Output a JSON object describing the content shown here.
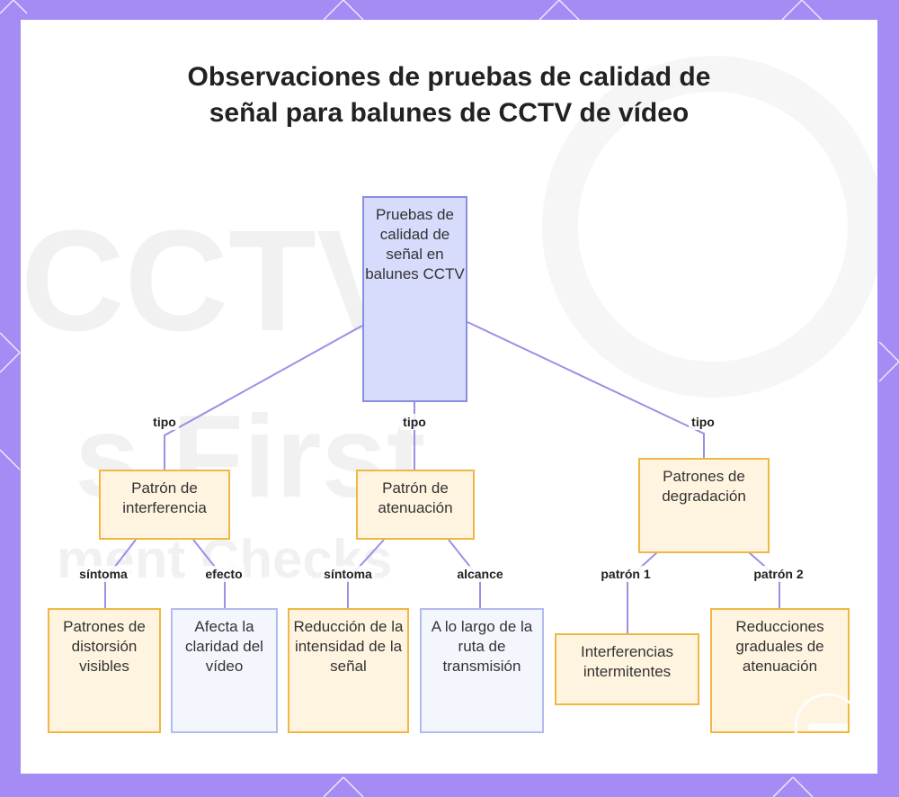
{
  "title": "Observaciones de pruebas de calidad de señal para balunes de CCTV de vídeo",
  "nodes": {
    "root": "Pruebas de calidad de señal en balunes CCTV",
    "interference": "Patrón de interferencia",
    "attenuation": "Patrón de atenuación",
    "degradation": "Patrones de degradación",
    "distortion": "Patrones de distorsión visibles",
    "clarity": "Afecta la claridad del vídeo",
    "reduction": "Reducción de la intensidad de la señal",
    "route": "A lo largo de la ruta de transmisión",
    "intermittent": "Interferencias intermitentes",
    "gradual": "Reducciones graduales de atenuación"
  },
  "edges": {
    "type_left": "tipo",
    "type_middle": "tipo",
    "type_right": "tipo",
    "symptom_1": "síntoma",
    "effect": "efecto",
    "symptom_2": "síntoma",
    "reach": "alcance",
    "pattern_1": "patrón 1",
    "pattern_2": "patrón 2"
  },
  "colors": {
    "frame": "#a58cf5",
    "edge": "#a08de6",
    "root_fill": "#d7dcfc",
    "category_fill": "#fff4e0",
    "category_border": "#f0b744",
    "leaf_blue_fill": "#f4f6fe"
  }
}
